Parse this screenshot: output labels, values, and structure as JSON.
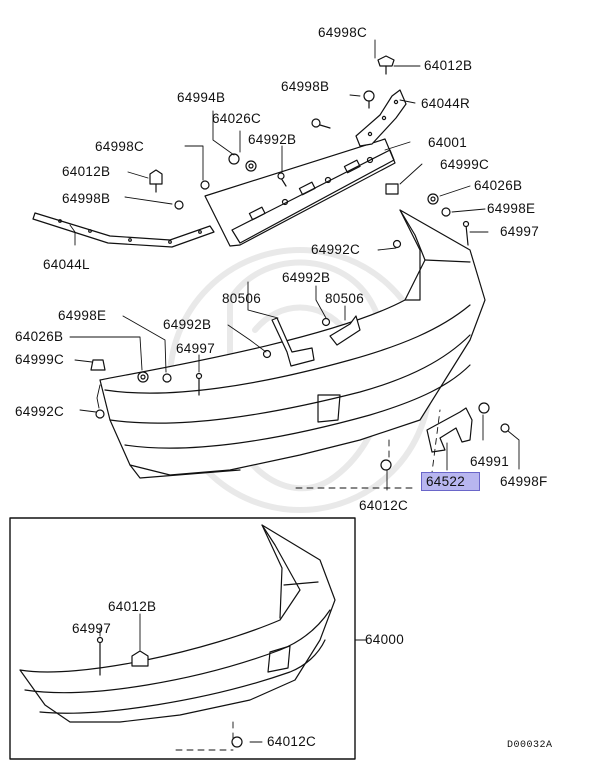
{
  "highlight_color": "#b8b6ef",
  "labels": {
    "p64998C_top": "64998C",
    "p64012B_top": "64012B",
    "p64994B": "64994B",
    "p64998B_top": "64998B",
    "p64044R": "64044R",
    "p64026C": "64026C",
    "p64998C_left": "64998C",
    "p64992B_top": "64992B",
    "p64001": "64001",
    "p64012B_left": "64012B",
    "p64999C_right": "64999C",
    "p64998B_left": "64998B",
    "p64026B_right": "64026B",
    "p64998E_right": "64998E",
    "p64044L": "64044L",
    "p64992C_mid": "64992C",
    "p64997_right": "64997",
    "p64992B_mid": "64992B",
    "p80506_a": "80506",
    "p80506_b": "80506",
    "p64998E_left": "64998E",
    "p64992B_left": "64992B",
    "p64026B_left": "64026B",
    "p64997_mid": "64997",
    "p64999C_left": "64999C",
    "p64992C_left": "64992C",
    "p64991": "64991",
    "p64522": "64522",
    "p64998F": "64998F",
    "p64012C_mid": "64012C",
    "p64012B_inset": "64012B",
    "p64997_inset": "64997",
    "p64000": "64000",
    "p64012C_inset": "64012C"
  },
  "diagram_code": "D00032A"
}
